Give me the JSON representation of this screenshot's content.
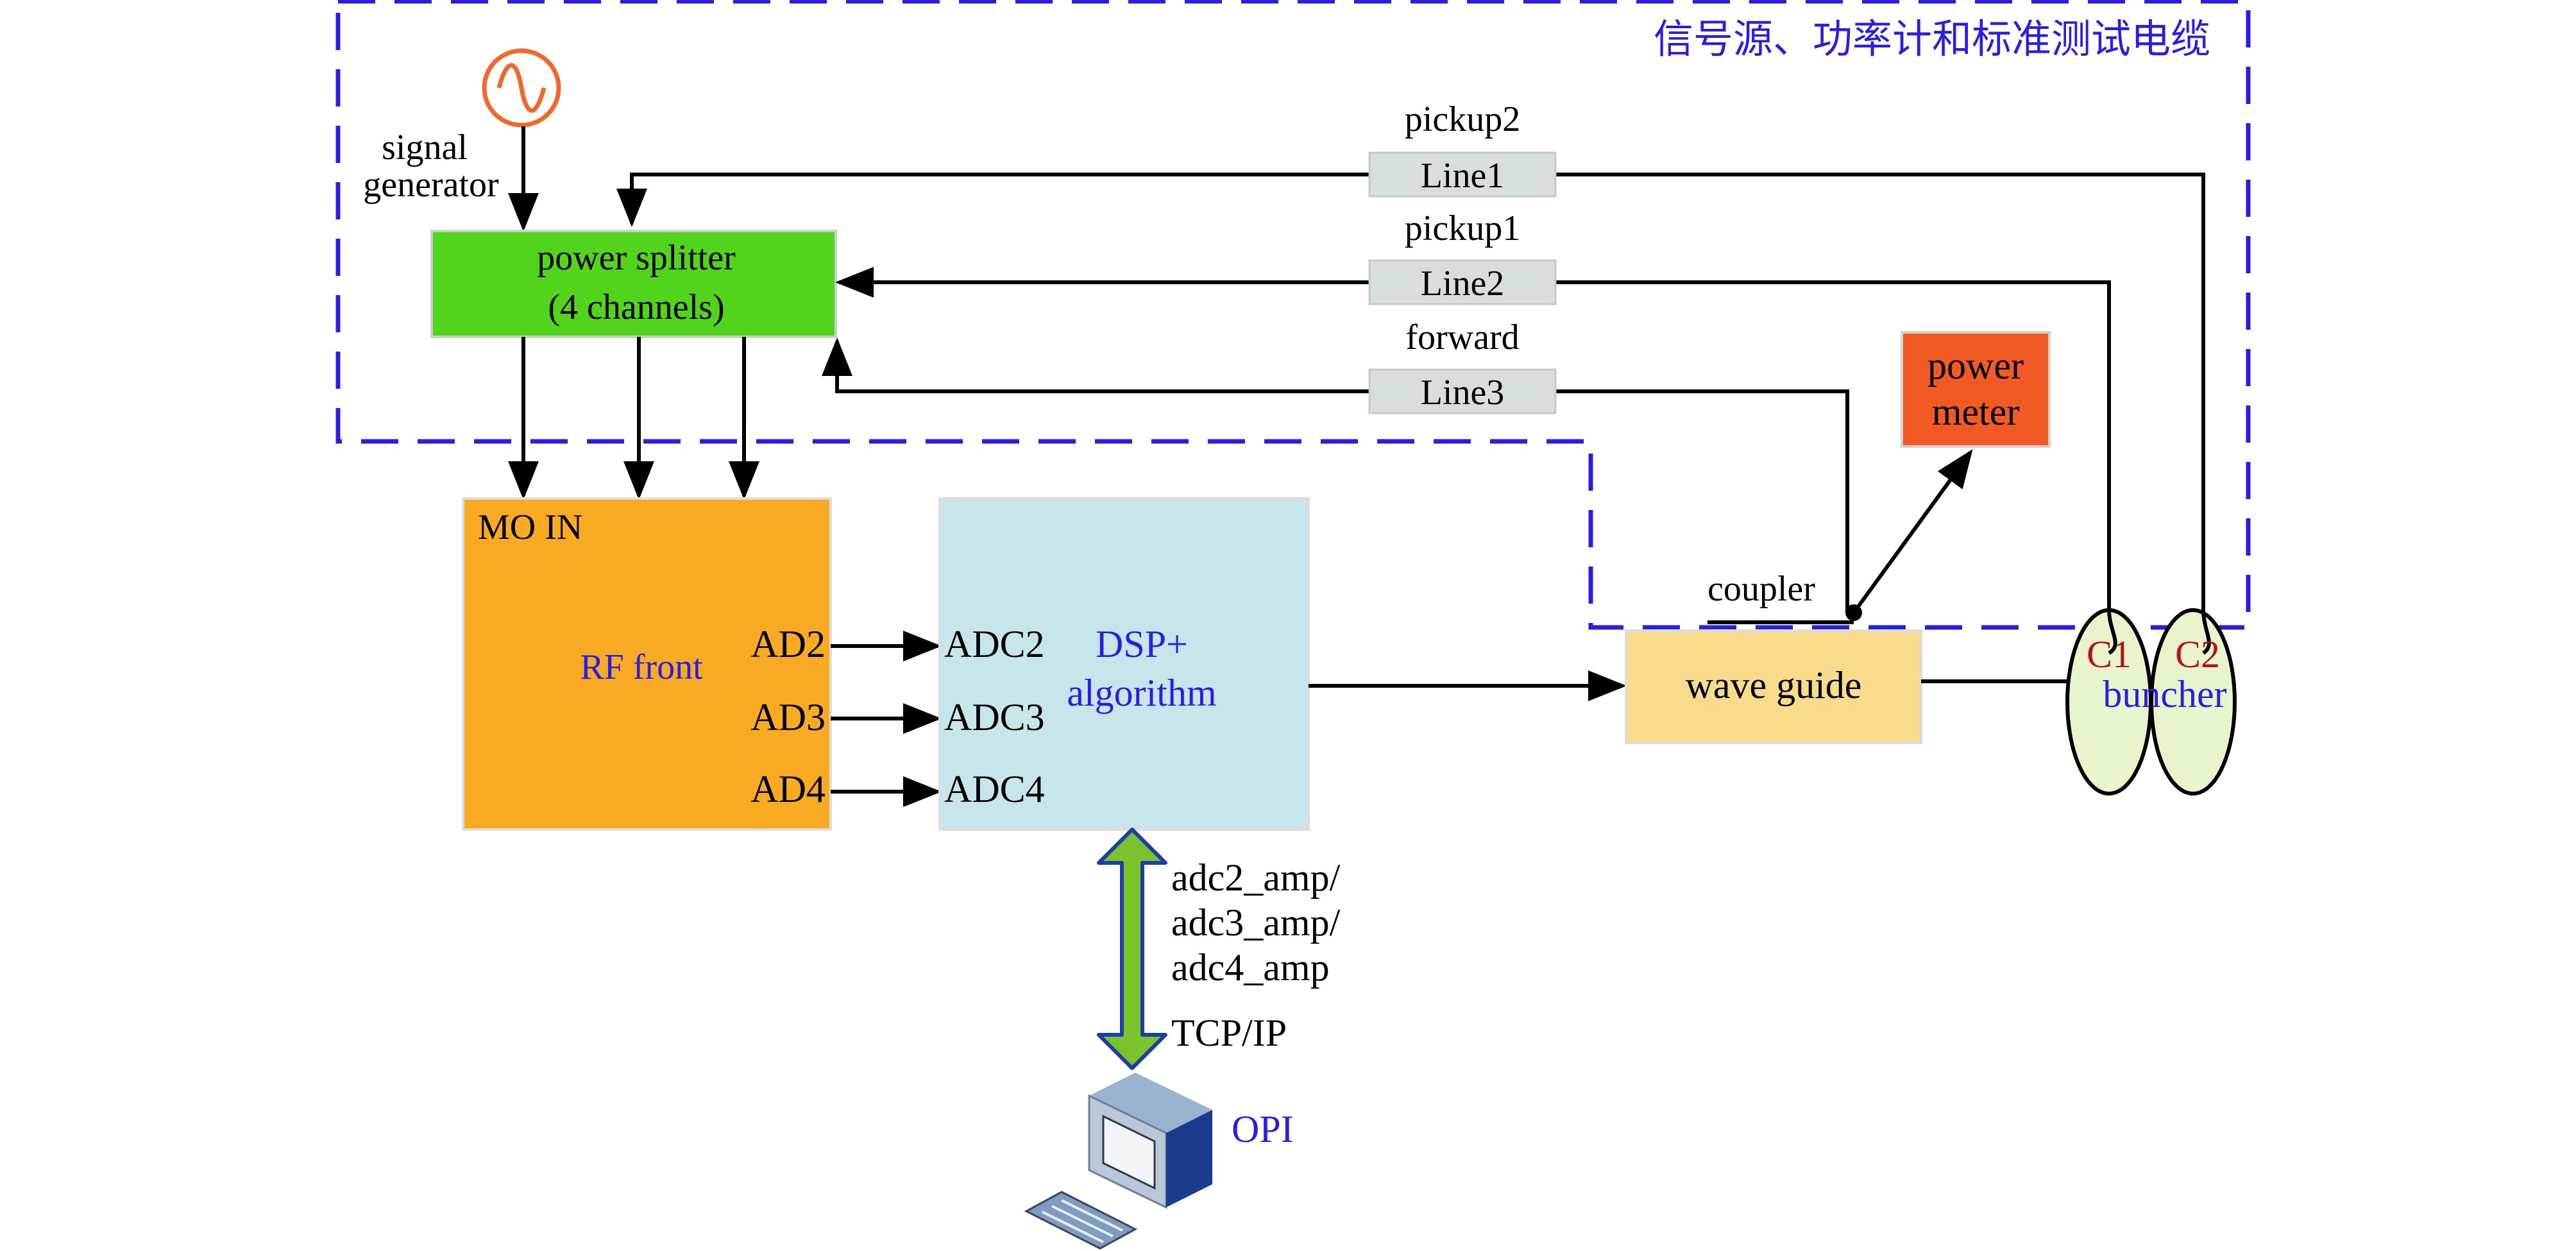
{
  "region_title": "信号源、功率计和标准测试电缆",
  "signal_generator": {
    "label_line1": "signal",
    "label_line2": "generator"
  },
  "power_splitter": {
    "line1": "power splitter",
    "line2": "(4 channels)"
  },
  "cables": [
    {
      "name": "pickup2",
      "line": "Line1"
    },
    {
      "name": "pickup1",
      "line": "Line2"
    },
    {
      "name": "forward",
      "line": "Line3"
    }
  ],
  "power_meter": {
    "line1": "power",
    "line2": "meter"
  },
  "rf_front": {
    "input": "MO IN",
    "title": "RF front",
    "ports": [
      "AD2",
      "AD3",
      "AD4"
    ]
  },
  "dsp": {
    "ports": [
      "ADC2",
      "ADC3",
      "ADC4"
    ],
    "title_line1": "DSP+",
    "title_line2": "algorithm"
  },
  "coupler": "coupler",
  "wave_guide": "wave guide",
  "buncher": {
    "c1": "C1",
    "c2": "C2",
    "label": "buncher"
  },
  "link": {
    "signals": [
      "adc2_amp/",
      "adc3_amp/",
      "adc4_amp"
    ],
    "protocol": "TCP/IP"
  },
  "opi": "OPI",
  "colors": {
    "dashed_border": "#2b1ee0",
    "power_splitter": "#53d41c",
    "rf_front": "#f8ab22",
    "dsp": "#c6e6ec",
    "power_meter": "#f15a24",
    "wave_guide": "#f8dc8c",
    "cable_box": "#d8dedd",
    "buncher": "#e8f5cc",
    "double_arrow": "#7cc22c"
  }
}
